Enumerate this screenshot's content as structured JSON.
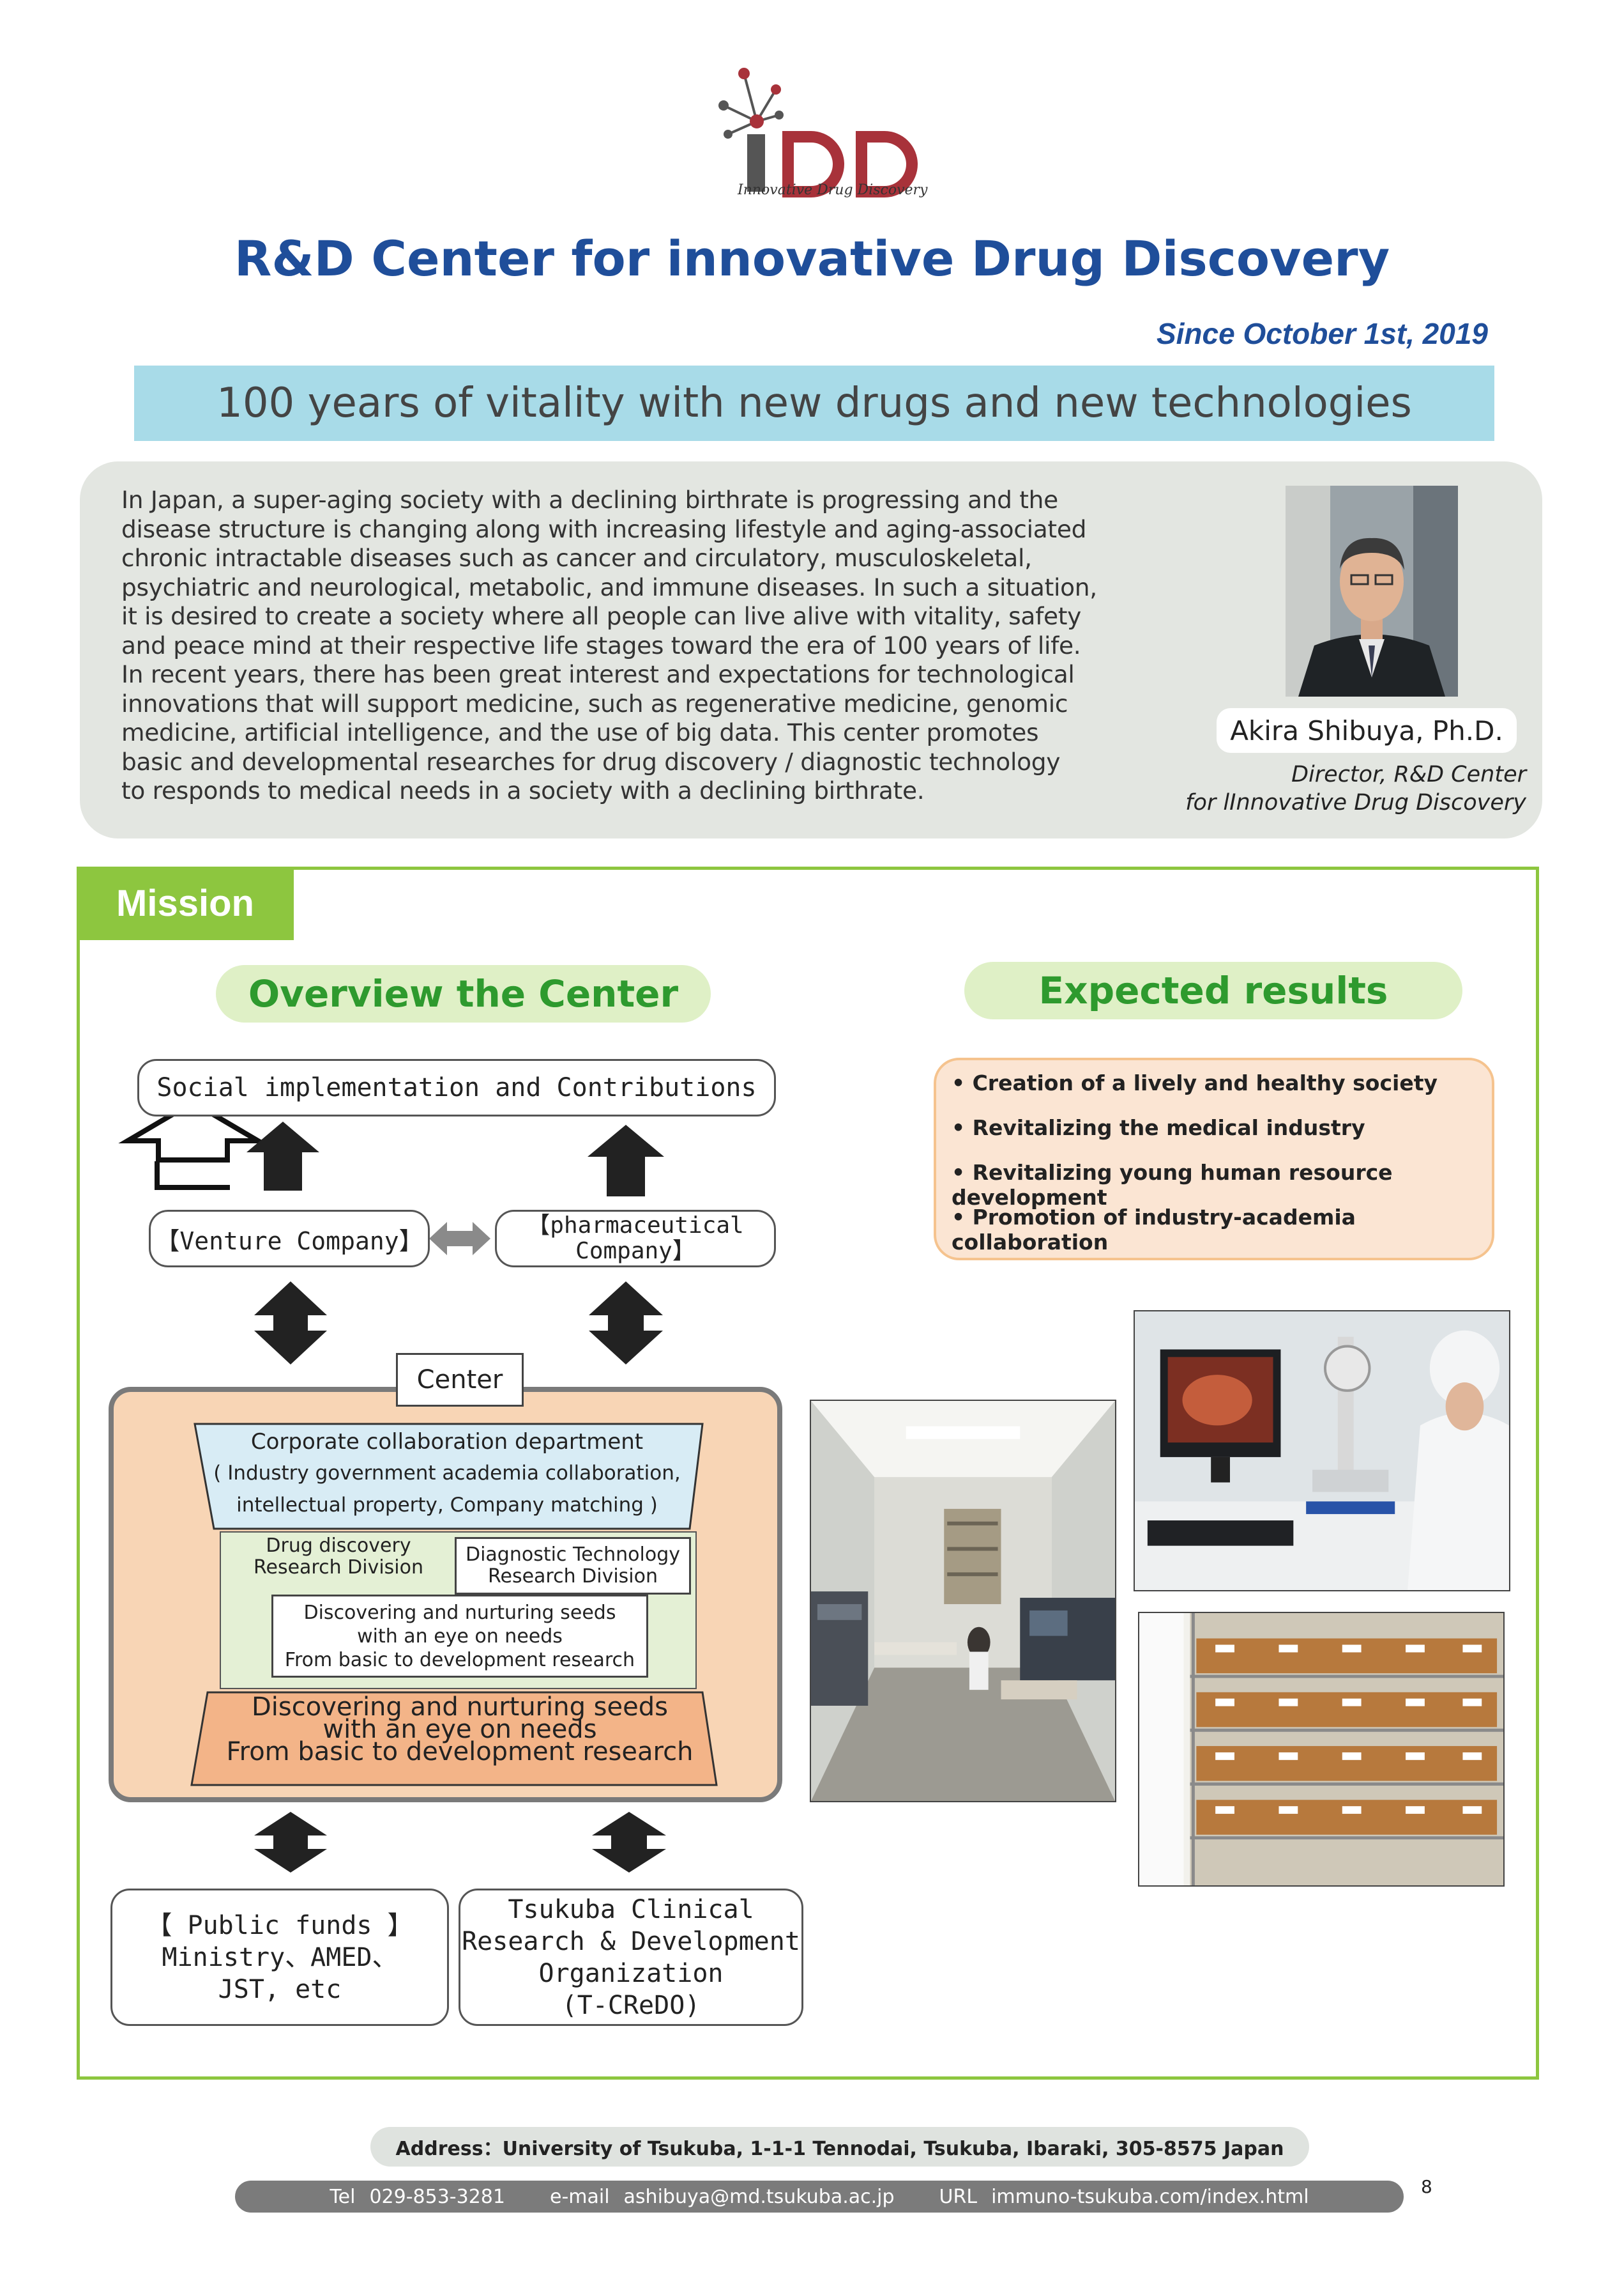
{
  "logo": {
    "wordmark": "iDD",
    "tagline": "Innovative Drug Discovery"
  },
  "header": {
    "title": "R&D Center for innovative Drug Discovery",
    "since": "Since October 1st, 2019",
    "tagline": "100 years of vitality with new drugs and new technologies"
  },
  "intro": {
    "lines": [
      "In Japan, a super-aging society with a declining birthrate is progressing and the",
      "disease structure is changing along with increasing lifestyle and aging-associated",
      "chronic intractable diseases such as cancer and circulatory, musculoskeletal,",
      "psychiatric and neurological, metabolic, and immune diseases. In such a situation,",
      "it is desired to create a society where all people can live alive with vitality, safety",
      "and peace mind at their respective life stages toward the era of 100 years of life.",
      "In recent years, there has been great interest and expectations for technological",
      "innovations that will support medicine, such as regenerative medicine, genomic",
      "medicine, artificial intelligence, and the use of big data. This center promotes",
      "basic and developmental researches for drug discovery / diagnostic technology",
      "to responds to medical needs in a society with a declining birthrate."
    ],
    "director_name": "Akira Shibuya, Ph.D.",
    "director_title_1": "Director, R&D Center",
    "director_title_2": "for lInnovative Drug Discovery"
  },
  "mission": {
    "tab": "Mission",
    "overview_heading": "Overview the Center",
    "expected_heading": "Expected results",
    "results": [
      "• Creation of a lively and healthy society",
      "• Revitalizing the medical industry",
      "• Revitalizing young human resource development",
      "• Promotion of industry-academia  collaboration"
    ]
  },
  "diagram": {
    "social": "Social implementation and Contributions",
    "venture": "【Venture Company】",
    "pharma_1": "【pharmaceutical",
    "pharma_2": "Company】",
    "center_label": "Center",
    "corp_title": "Corporate collaboration department",
    "corp_line2_a": "( Industry",
    "corp_line2_b": "government academia collaboration,",
    "corp_line3_a": "intellectual property,",
    "corp_line3_b": "Company matching )",
    "drug_div_1": "Drug discovery",
    "drug_div_2": "Research Division",
    "diag_div_1": "Diagnostic Technology",
    "diag_div_2": "Research Division",
    "inner_1": "Discovering and nurturing seeds",
    "inner_2": "with an eye on needs",
    "inner_3": "From basic to development research",
    "outer_1": "Discovering and nurturing seeds",
    "outer_2": "with an eye on needs",
    "outer_3": "From basic to development research",
    "public_1": "【 Public funds 】",
    "public_2": "Ministry、AMED、",
    "public_3": "JST, etc",
    "tcredo_1": "Tsukuba Clinical",
    "tcredo_2": "Research & Development",
    "tcredo_3": "Organization",
    "tcredo_4": "(T-CReDO)"
  },
  "footer": {
    "address": "Address：University of Tsukuba, 1-1-1 Tennodai, Tsukuba, Ibaraki, 305-8575 Japan",
    "tel_label": "Tel",
    "tel": "029-853-3281",
    "email_label": "e-mail",
    "email": "ashibuya@md.tsukuba.ac.jp",
    "url_label": "URL",
    "url": "immuno-tsukuba.com/index.html",
    "page_number": "8"
  },
  "colors": {
    "title_blue": "#1f4e9a",
    "tagline_bg": "#a8dbe8",
    "mission_green": "#8dc63f",
    "heading_green": "#2e9a2e",
    "results_bg": "#fbe5d3",
    "center_bg": "#f8d5b5",
    "logo_red": "#a8323a"
  }
}
